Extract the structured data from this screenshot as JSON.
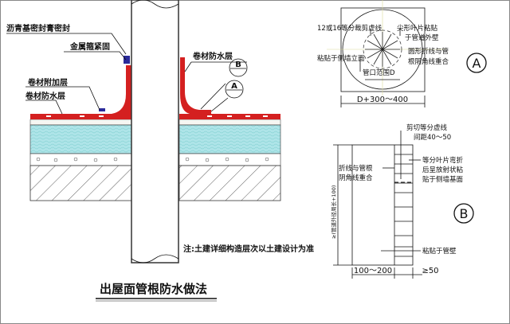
{
  "title": "出屋面管根防水做法",
  "note": "注:土建详细构造层次以土建设计为准",
  "section_labels": {
    "sealant": "沥青基密封膏密封",
    "metal_clamp": "金属箍紧固",
    "additional_layer": "卷材附加层",
    "waterproof_layer_left": "卷材防水层",
    "waterproof_layer_right": "卷材防水层",
    "ref_b": "B",
    "ref_a": "A"
  },
  "detail_a": {
    "cut_lines": "12或16等分裁剪虚线",
    "tip_piece_1": "尖形叶片粘贴",
    "tip_piece_2": "于管道外壁",
    "side_wall": "粘贴于侧墙立面",
    "fold_1": "圆形折线与管",
    "fold_2": "根阴角线重合",
    "opening": "管口范围D",
    "dimension": "D+300～400",
    "marker": "A"
  },
  "detail_b": {
    "cut_1": "剪切等分虚线",
    "cut_2": "间距40～50",
    "fold_1": "折线与管根",
    "fold_2": "阴角线重合",
    "leaf_1": "等分叶片弯折",
    "leaf_2": "后呈放射状粘",
    "leaf_3": "贴于侧墙基面",
    "pipe_wall": "粘贴于管壁",
    "vertical_dim": "≥(管道外径周长+100)",
    "dim_width": "100～200",
    "dim_min": "≥50",
    "marker": "B"
  },
  "colors": {
    "membrane": "#d42020",
    "insulation": "#aee4e8",
    "seal": "#2a2a9a"
  }
}
